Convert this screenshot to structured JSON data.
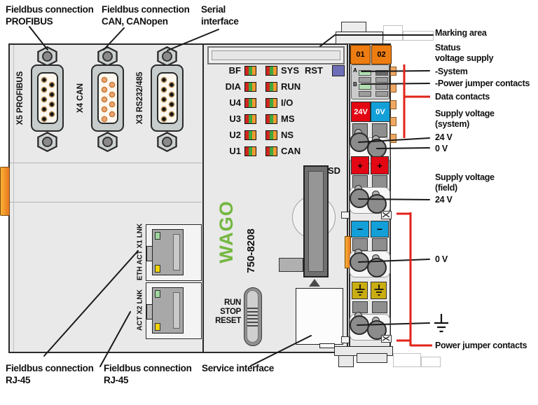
{
  "device": {
    "brand": "WAGO",
    "model": "750-8208",
    "connector_x5": "X5 PROFIBUS",
    "connector_x4": "X4 CAN",
    "connector_x3": "X3 RS232/485",
    "led_rows": [
      {
        "left": "BF",
        "right": "SYS"
      },
      {
        "left": "DIA",
        "right": "RUN"
      },
      {
        "left": "U4",
        "right": "I/O"
      },
      {
        "left": "U3",
        "right": "MS"
      },
      {
        "left": "U2",
        "right": "NS"
      },
      {
        "left": "U1",
        "right": "CAN"
      }
    ],
    "reset_label": "RST",
    "sd_label": "SD",
    "mode_switch": "RUN\nSTOP\nRESET",
    "eth_port1": "ETH ACT X1 LNK",
    "eth_port2": "ACT X2 LNK",
    "terminals": {
      "slot01": "01",
      "slot02": "02",
      "row_a": "A",
      "row_b": "B",
      "v24": "24V",
      "v0": "0V",
      "plus": "+",
      "minus": "−"
    }
  },
  "callouts": {
    "fieldbus_profibus": "Fieldbus connection\nPROFIBUS",
    "fieldbus_can": "Fieldbus connection\nCAN, CANopen",
    "serial_interface": "Serial\ninterface",
    "marking_area": "Marking area",
    "status_voltage_supply": "Status\nvoltage supply",
    "system": "-System",
    "power_jumper_contacts_top": "-Power jumper contacts",
    "data_contacts": "Data contacts",
    "supply_voltage_system": "Supply voltage\n(system)",
    "supply_system_24v": "24 V",
    "supply_system_0v": "0 V",
    "supply_voltage_field": "Supply voltage\n(field)",
    "supply_field_24v": "24 V",
    "supply_field_0v": "0 V",
    "power_jumper_contacts_bottom": "Power jumper contacts",
    "fieldbus_rj45_1": "Fieldbus connection\nRJ-45",
    "fieldbus_rj45_2": "Fieldbus connection\nRJ-45",
    "service_interface": "Service interface"
  },
  "colors": {
    "wago_green": "#74b741",
    "annotation_red": "#e2231a",
    "supply_red": "#e30613",
    "supply_blue": "#13a0d8",
    "slot_orange": "#ee7d11"
  }
}
